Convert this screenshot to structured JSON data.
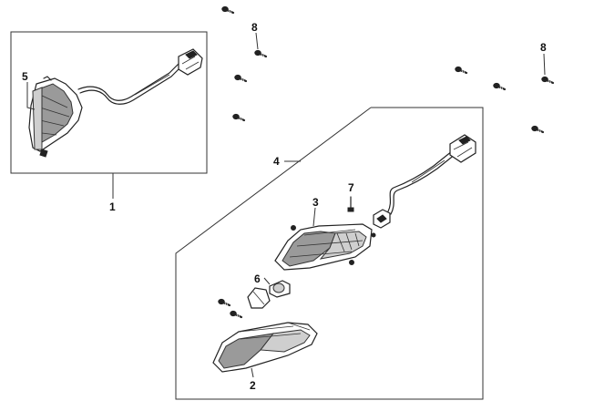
{
  "callouts": {
    "c1": "1",
    "c2": "2",
    "c3": "3",
    "c4": "4",
    "c5": "5",
    "c6": "6",
    "c7": "7",
    "c8a": "8",
    "c8b": "8"
  },
  "colors": {
    "ink": "#222222",
    "lens_grey": "#9a9a9a",
    "background": "#ffffff"
  }
}
